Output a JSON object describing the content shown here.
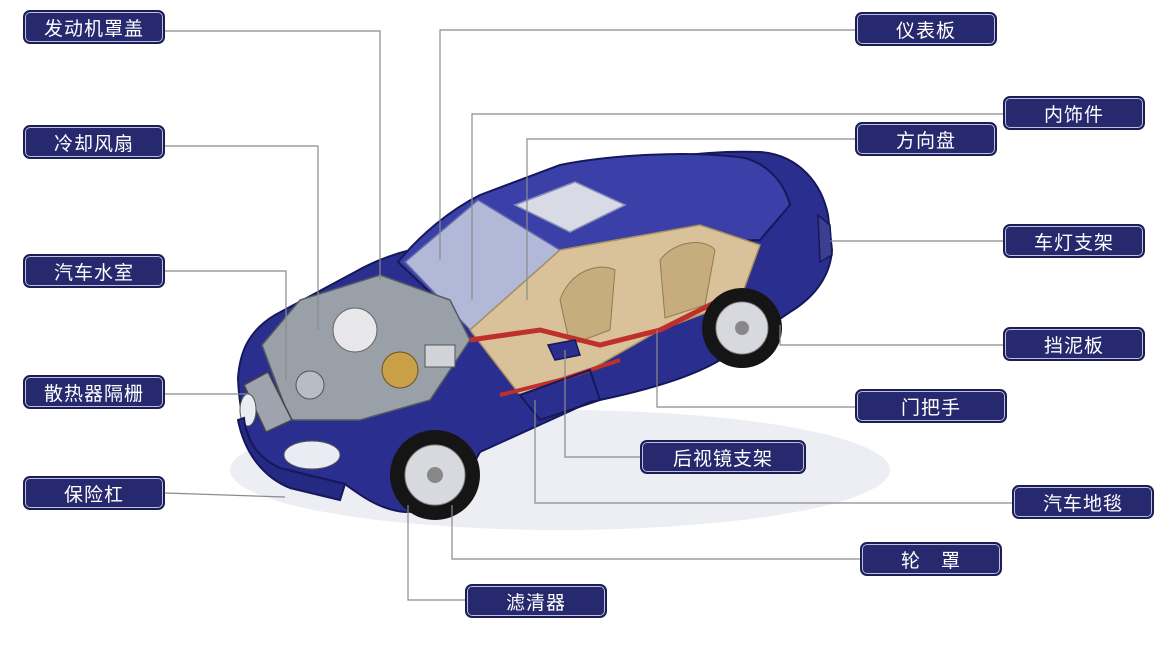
{
  "labels": {
    "hood": "发动机罩盖",
    "cooling_fan": "冷却风扇",
    "radiator": "汽车水室",
    "grille": "散热器隔栅",
    "bumper": "保险杠",
    "filter": "滤清器",
    "dashboard": "仪表板",
    "interior_trim": "内饰件",
    "steering_wheel": "方向盘",
    "lamp_bracket": "车灯支架",
    "fender": "挡泥板",
    "door_handle": "门把手",
    "mirror_bracket": "后视镜支架",
    "carpet": "汽车地毯",
    "wheel_cover": "轮　罩"
  },
  "colors": {
    "label_bg": "#27296f",
    "label_text": "#ffffff",
    "car_body": "#2a2f8f",
    "leader_line": "#8b8b8b"
  }
}
